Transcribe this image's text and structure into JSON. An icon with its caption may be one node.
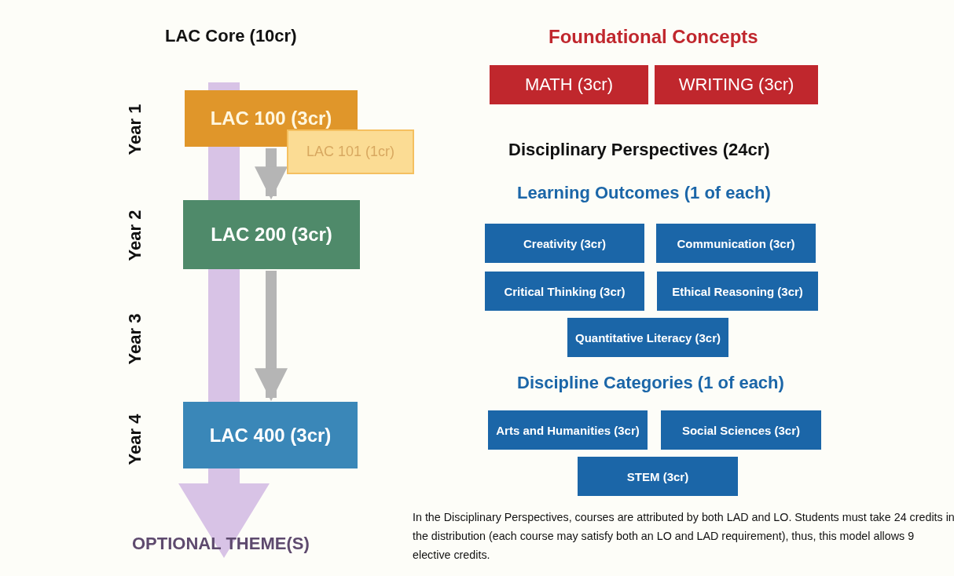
{
  "diagram": {
    "nodes": [
      {
        "text": [
          "LAC 100 (3cr)"
        ]
      },
      {
        "text": [
          "LAC 101 (1cr)"
        ]
      },
      {
        "text": [
          "LAC 200 (3cr)"
        ]
      },
      {
        "text": [
          "LAC 400 (3cr)"
        ]
      },
      {
        "text": [
          "OPTIONAL THEME(S)"
        ]
      },
      {
        "text": [
          "MATH (3cr)"
        ]
      },
      {
        "text": [
          "WRITING (3cr)"
        ]
      },
      {
        "text": [
          "Creativity (3cr)"
        ]
      },
      {
        "text": [
          "Communication (3cr)"
        ]
      },
      {
        "text": [
          "Critical Thinking (3cr)"
        ]
      },
      {
        "text": [
          "Ethical Reasoning (3cr)"
        ]
      },
      {
        "text": [
          "Quantitative Literacy (3cr)"
        ]
      },
      {
        "text": [
          "Arts and Humanities (3cr)"
        ]
      },
      {
        "text": [
          "Social Sciences (3cr)"
        ]
      },
      {
        "text": [
          "STEM (3cr)"
        ]
      }
    ],
    "edges": [
      {
        "from": null,
        "to": 4,
        "arrow": "to",
        "color": "#d8c3e6",
        "style": "thick"
      },
      {
        "from": 0,
        "to": 2,
        "arrow": "to"
      },
      {
        "from": 2,
        "to": 3,
        "arrow": "to"
      }
    ],
    "labels": [
      "LAC Core (10cr)",
      "Foundational Concepts",
      "Year 1",
      "Disciplinary Perspectives (24cr)",
      "Learning Outcomes (1 of each)",
      "Year 2",
      "Year 3",
      "Discipline Categories (1 of each)",
      "Year 4",
      "In the Disciplinary Perspectives, courses are attributed by both LAD and LO. Students must take 24 credits in the distribution (each course may satisfy both an LO and LAD requirement), thus, this model allows 9 elective credits."
    ]
  }
}
